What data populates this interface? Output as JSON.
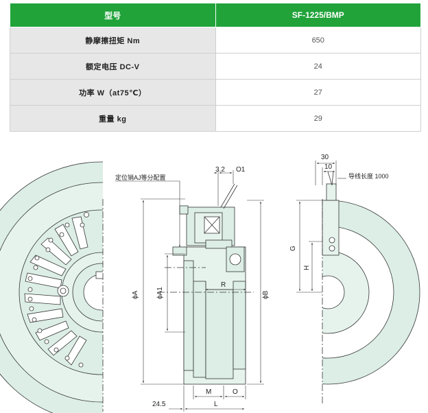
{
  "table": {
    "header": {
      "label": "型号",
      "value": "SF-1225/BMP"
    },
    "rows": [
      {
        "label": "静摩擦扭矩 Nm",
        "value": "650"
      },
      {
        "label": "额定电压 DC-V",
        "value": "24"
      },
      {
        "label": "功率 W（at75℃）",
        "value": "27"
      },
      {
        "label": "重量 kg",
        "value": "29"
      }
    ]
  },
  "drawing": {
    "dims": {
      "d32": "3.2",
      "o1": "O1",
      "pin_note": "定位销AJ等分配置",
      "r": "R",
      "phi_a": "ϕA",
      "phi_a1": "ϕA1",
      "phi_b": "ϕB",
      "m": "M",
      "o": "O",
      "l": "L",
      "d245": "24.5",
      "d30": "30",
      "d10": "10",
      "lead_note": "导线长度 1000",
      "g": "G",
      "h": "H"
    },
    "colors": {
      "header": "#21a33a",
      "body_fill": "#dceee6",
      "line": "#333333"
    }
  }
}
